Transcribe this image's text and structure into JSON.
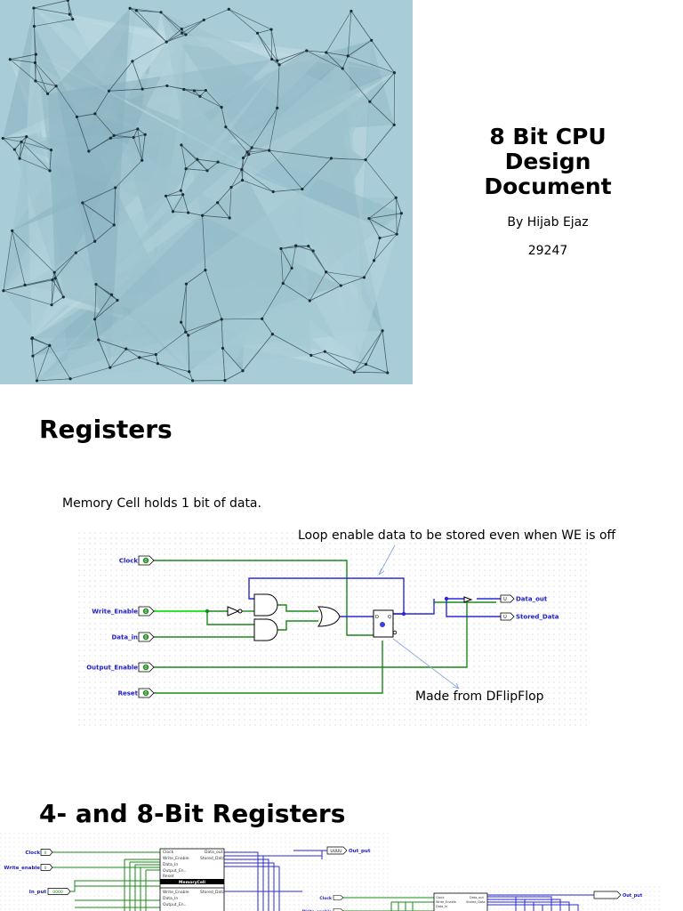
{
  "cover": {
    "title": "8 Bit CPU Design Document",
    "author": "By Hijab Ejaz",
    "id": "29247"
  },
  "section_registers": {
    "heading": "Registers",
    "description": "Memory Cell holds 1 bit of data.",
    "diagram": {
      "pins": [
        "Clock",
        "Write_Enable",
        "Data_in",
        "Output_Enable",
        "Reset"
      ],
      "pin_value": "0",
      "outputs": [
        "Data_out",
        "Stored_Data"
      ],
      "output_value": "U",
      "annotations": {
        "loop": "Loop enable data to be stored even when WE is off",
        "flipflop": "Made from DFlipFlop"
      }
    }
  },
  "section_registers_4_8": {
    "heading": "4- and 8-Bit Registers",
    "diagram": {
      "pins": [
        "Clock",
        "Write_enable",
        "In_put"
      ],
      "output": "Out_put",
      "in_value": "0000",
      "out_value": "UUUU",
      "block_label": "MemoryCell",
      "port_labels": [
        "Clock",
        "Write_Enable",
        "Data_In",
        "Output_En..",
        "Reset",
        "Data_out",
        "Stored_Data"
      ]
    }
  },
  "colors": {
    "wire_green": "#1a8a1a",
    "wire_blue": "#2a2ad6",
    "pin_blue": "#2020c8",
    "cover_bg": "#a9cdd8"
  }
}
